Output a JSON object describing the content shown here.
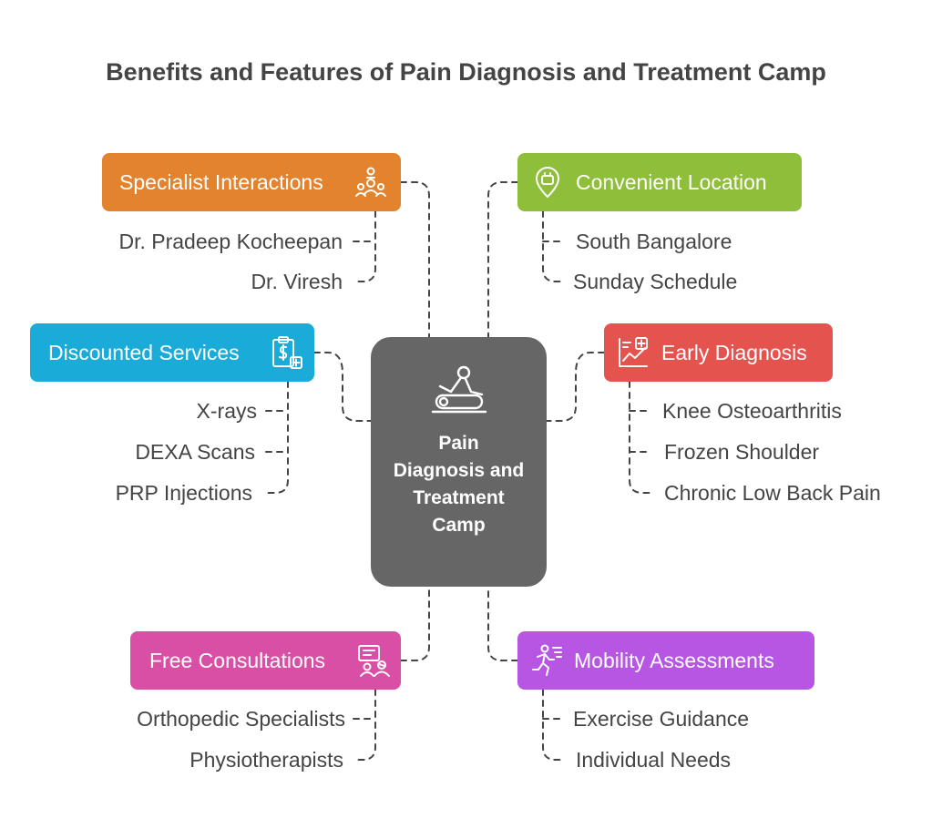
{
  "title": "Benefits and Features of Pain Diagnosis and Treatment Camp",
  "center": {
    "label": "Pain Diagnosis and Treatment Camp",
    "icon": "massage-treatment-icon"
  },
  "colors": {
    "center": "#666666",
    "specialist": "#E3832E",
    "location": "#8FBE3A",
    "discounted": "#1AABD9",
    "diagnosis": "#E5534F",
    "consultations": "#DA4FA6",
    "mobility": "#B756E2",
    "text": "#444444"
  },
  "categories": {
    "specialist": {
      "label": "Specialist Interactions",
      "icon": "specialists-group-icon",
      "items": [
        "Dr. Pradeep Kocheepan",
        "Dr. Viresh"
      ]
    },
    "location": {
      "label": "Convenient Location",
      "icon": "location-pin-icon",
      "items": [
        "South Bangalore",
        "Sunday Schedule"
      ]
    },
    "discounted": {
      "label": "Discounted Services",
      "icon": "clipboard-dollar-icon",
      "items": [
        "X-rays",
        "DEXA Scans",
        "PRP Injections"
      ]
    },
    "diagnosis": {
      "label": "Early Diagnosis",
      "icon": "chart-medical-icon",
      "items": [
        "Knee Osteoarthritis",
        "Frozen Shoulder",
        "Chronic Low Back Pain"
      ]
    },
    "consultations": {
      "label": "Free Consultations",
      "icon": "consultation-icon",
      "items": [
        "Orthopedic Specialists",
        "Physiotherapists"
      ]
    },
    "mobility": {
      "label": "Mobility Assessments",
      "icon": "running-person-icon",
      "items": [
        "Exercise Guidance",
        "Individual Needs"
      ]
    }
  }
}
